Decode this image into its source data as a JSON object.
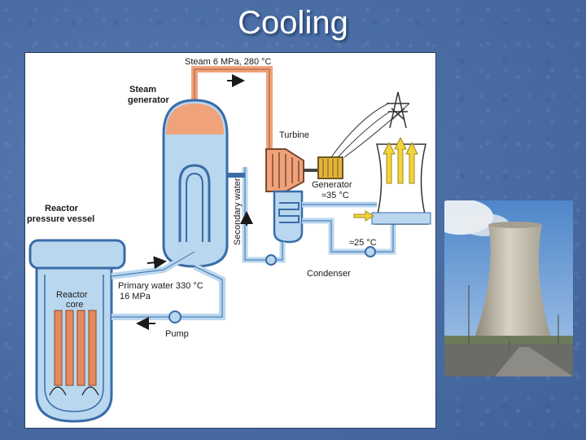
{
  "slide": {
    "title": "Cooling",
    "accent_color": "#4a6ea5"
  },
  "diagram": {
    "labels": {
      "steam": "Steam 6 MPa, 280 °C",
      "steam_generator_1": "Steam",
      "steam_generator_2": "generator",
      "turbine": "Turbine",
      "generator": "Generator",
      "temp_35": "≈35 °C",
      "temp_25": "≈25 °C",
      "secondary_water": "Secondary water",
      "condenser": "Condenser",
      "rpv_1": "Reactor",
      "rpv_2": "pressure vessel",
      "core_1": "Reactor",
      "core_2": "core",
      "primary_1": "Primary water 330 °C",
      "primary_2": "16 MPa",
      "pump": "Pump"
    },
    "colors": {
      "water": "#b9d7ef",
      "water_edge": "#4a7fb8",
      "steam": "#f0a27a",
      "core_rods": "#e58a5e",
      "generator": "#e7b43a",
      "arrow_yellow": "#f2d43a"
    }
  },
  "photo": {
    "subject": "cooling-tower"
  }
}
